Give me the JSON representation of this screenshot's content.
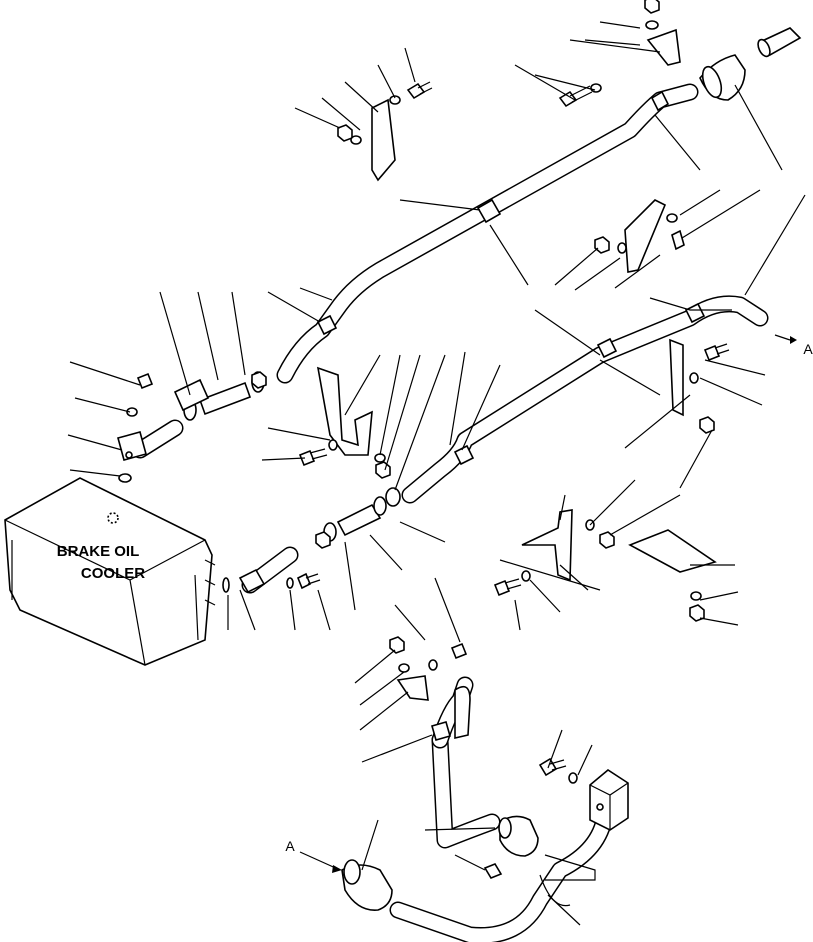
{
  "diagram": {
    "cooler_label_line1": "BRAKE OIL",
    "cooler_label_line2": "COOLER",
    "connector_label_top": "A",
    "connector_label_bottom": "A"
  }
}
